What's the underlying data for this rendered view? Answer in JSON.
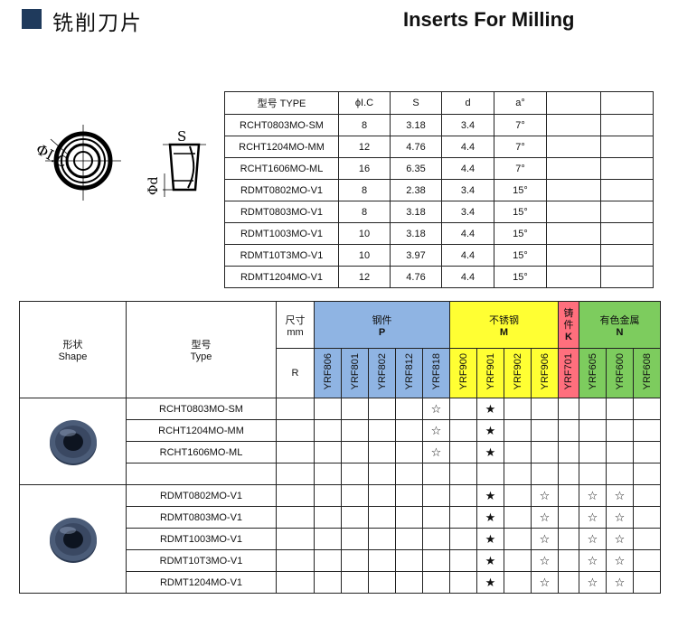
{
  "header": {
    "title_cn": "铣削刀片",
    "title_en": "Inserts For Milling"
  },
  "drawing": {
    "label_ic": "ΦI.C",
    "label_s": "S",
    "label_d": "Φd"
  },
  "spec_table": {
    "headers": [
      "型号 TYPE",
      "ϕI.C",
      "S",
      "d",
      "a°",
      "",
      ""
    ],
    "rows": [
      [
        "RCHT0803MO-SM",
        "8",
        "3.18",
        "3.4",
        "7°",
        "",
        ""
      ],
      [
        "RCHT1204MO-MM",
        "12",
        "4.76",
        "4.4",
        "7°",
        "",
        ""
      ],
      [
        "RCHT1606MO-ML",
        "16",
        "6.35",
        "4.4",
        "7°",
        "",
        ""
      ],
      [
        "RDMT0802MO-V1",
        "8",
        "2.38",
        "3.4",
        "15°",
        "",
        ""
      ],
      [
        "RDMT0803MO-V1",
        "8",
        "3.18",
        "3.4",
        "15°",
        "",
        ""
      ],
      [
        "RDMT1003MO-V1",
        "10",
        "3.18",
        "4.4",
        "15°",
        "",
        ""
      ],
      [
        "RDMT10T3MO-V1",
        "10",
        "3.97",
        "4.4",
        "15°",
        "",
        ""
      ],
      [
        "RDMT1204MO-V1",
        "12",
        "4.76",
        "4.4",
        "15°",
        "",
        ""
      ]
    ]
  },
  "grade_table": {
    "shape_cn": "形状",
    "shape_en": "Shape",
    "type_cn": "型号",
    "type_en": "Type",
    "size_cn": "尺寸",
    "size_unit": "mm",
    "size_sub": "R",
    "groups": [
      {
        "cn": "钢件",
        "letter": "P",
        "color": "#8fb4e3"
      },
      {
        "cn": "不锈钢",
        "letter": "M",
        "color": "#ffff33"
      },
      {
        "cn": "铸件",
        "letter": "K",
        "color": "#ff6f7d"
      },
      {
        "cn": "有色金属",
        "letter": "N",
        "color": "#7dcc5e"
      }
    ],
    "grades": [
      "YRF806",
      "YRF801",
      "YRF802",
      "YRF812",
      "YRF818",
      "YRF900",
      "YRF901",
      "YRF902",
      "YRF906",
      "YRF701",
      "YRF605",
      "YRF600",
      "YRF608"
    ],
    "grade_groups": [
      0,
      0,
      0,
      0,
      0,
      1,
      1,
      1,
      1,
      2,
      3,
      3,
      3
    ],
    "rows": [
      {
        "type": "RCHT0803MO-SM",
        "marks": [
          "",
          "",
          "",
          "",
          "☆",
          "",
          "★",
          "",
          "",
          "",
          "",
          "",
          ""
        ]
      },
      {
        "type": "RCHT1204MO-MM",
        "marks": [
          "",
          "",
          "",
          "",
          "☆",
          "",
          "★",
          "",
          "",
          "",
          "",
          "",
          ""
        ]
      },
      {
        "type": "RCHT1606MO-ML",
        "marks": [
          "",
          "",
          "",
          "",
          "☆",
          "",
          "★",
          "",
          "",
          "",
          "",
          "",
          ""
        ]
      },
      {
        "type": "",
        "marks": [
          "",
          "",
          "",
          "",
          "",
          "",
          "",
          "",
          "",
          "",
          "",
          "",
          ""
        ]
      },
      {
        "type": "RDMT0802MO-V1",
        "marks": [
          "",
          "",
          "",
          "",
          "",
          "",
          "★",
          "",
          "☆",
          "",
          "☆",
          "☆",
          ""
        ]
      },
      {
        "type": "RDMT0803MO-V1",
        "marks": [
          "",
          "",
          "",
          "",
          "",
          "",
          "★",
          "",
          "☆",
          "",
          "☆",
          "☆",
          ""
        ]
      },
      {
        "type": "RDMT1003MO-V1",
        "marks": [
          "",
          "",
          "",
          "",
          "",
          "",
          "★",
          "",
          "☆",
          "",
          "☆",
          "☆",
          ""
        ]
      },
      {
        "type": "RDMT10T3MO-V1",
        "marks": [
          "",
          "",
          "",
          "",
          "",
          "",
          "★",
          "",
          "☆",
          "",
          "☆",
          "☆",
          ""
        ]
      },
      {
        "type": "RDMT1204MO-V1",
        "marks": [
          "",
          "",
          "",
          "",
          "",
          "",
          "★",
          "",
          "☆",
          "",
          "☆",
          "☆",
          ""
        ]
      }
    ]
  }
}
